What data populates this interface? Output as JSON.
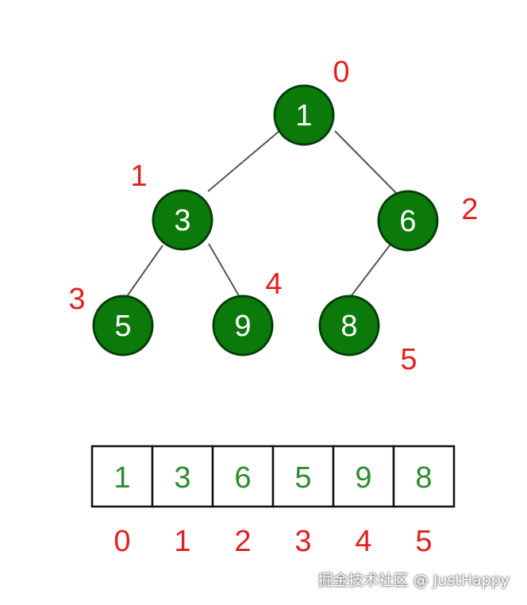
{
  "tree": {
    "nodes": [
      {
        "value": "1",
        "index": "0"
      },
      {
        "value": "3",
        "index": "1"
      },
      {
        "value": "6",
        "index": "2"
      },
      {
        "value": "5",
        "index": "3"
      },
      {
        "value": "9",
        "index": "4"
      },
      {
        "value": "8",
        "index": "5"
      }
    ]
  },
  "array": {
    "values": [
      "1",
      "3",
      "6",
      "5",
      "9",
      "8"
    ],
    "indices": [
      "0",
      "1",
      "2",
      "3",
      "4",
      "5"
    ]
  },
  "watermark": "掘金技术社区 @ JustHappy",
  "colors": {
    "node_fill": "#0b7a0b",
    "node_text": "#ffffff",
    "index_label": "#e02020",
    "array_value": "#2e8b2e",
    "edge": "#555555"
  }
}
